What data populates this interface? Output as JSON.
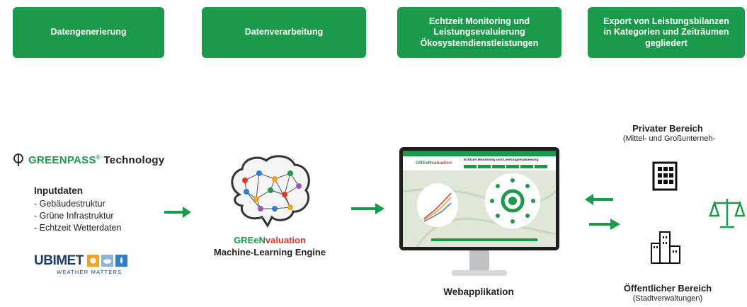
{
  "steps": [
    {
      "label": "Datengenerierung"
    },
    {
      "label": "Datenverarbeitung"
    },
    {
      "label": "Echtzeit Monitoring und\nLeistungsevaluierung\nÖkosystemdienstleistungen"
    },
    {
      "label": "Export von Leistungsbilanzen\nin Kategorien und Zeiträumen\ngegliedert"
    }
  ],
  "source": {
    "brand_prefix": "GREENPASS",
    "brand_reg": "®",
    "brand_suffix": "Technology",
    "input_title": "Inputdaten",
    "inputs": [
      "- Gebäudestruktur",
      "- Grüne Infrastruktur",
      "- Echtzeit Wetterdaten"
    ],
    "ubimet_a": "UBI",
    "ubimet_b": "MET",
    "ubimet_tagline": "WEATHER MATTERS"
  },
  "engine": {
    "name_a": "GREeN",
    "name_b": "valuation",
    "subtitle": "Machine-Learning Engine"
  },
  "webapp": {
    "label": "Webapplikation",
    "screen_title": "Echtzeit Monitoring und Leistungsevaluierung",
    "app_name_a": "GREeN",
    "app_name_b": "valuation"
  },
  "private": {
    "title": "Privater Bereich",
    "subtitle": "(Mittel- und Großunterneh-"
  },
  "public": {
    "title": "Öffentlicher Bereich",
    "subtitle": "(Stadtverwaltungen)"
  },
  "colors": {
    "brand_green": "#1a9a4a",
    "accent_red": "#e53528",
    "ubimet_blue": "#1d3d6e"
  }
}
